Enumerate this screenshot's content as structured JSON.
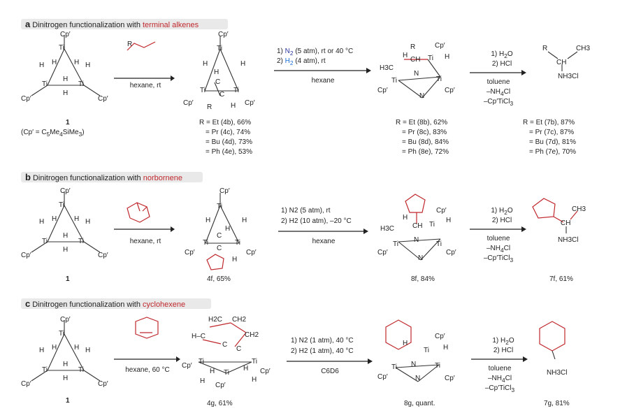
{
  "panels": {
    "a": {
      "letter": "a",
      "title_prefix": "Dinitrogen functionalization with ",
      "title_highlight": "terminal alkenes",
      "step1": {
        "cond": "hexane, rt"
      },
      "step2": {
        "line1_pre": "1) ",
        "line1_n2": "N",
        "line1_sub": "2",
        "line1_post": " (5 atm), rt or 40 °C",
        "line2_pre": "2) ",
        "line2_h2": "H",
        "line2_sub": "2",
        "line2_post": " (4 atm), rt",
        "solvent": "hexane"
      },
      "step3": {
        "l1": "1) H",
        "l1s": "2",
        "l1e": "O",
        "l2": "2) HCl",
        "l3": "toluene",
        "l4": "–NH",
        "l4s": "4",
        "l4e": "Cl",
        "l5": "–Cp′TiCl",
        "l5s": "3"
      },
      "cmp1_label": "1",
      "cp_def": "(Cp′ = C",
      "cp_def2": "5",
      "cp_def3": "Me",
      "cp_def4": "4",
      "cp_def5": "SiMe",
      "cp_def6": "3",
      "cp_def7": ")",
      "yields4": [
        "R = Et (4b), 66%",
        "= Pr (4c), 74%",
        "= Bu (4d), 73%",
        "= Ph (4e), 53%"
      ],
      "yields8": [
        "R = Et (8b), 62%",
        "= Pr (8c), 83%",
        "= Bu (8d), 84%",
        "= Ph (8e), 72%"
      ],
      "yields7": [
        "R = Et (7b), 87%",
        "= Pr (7c), 87%",
        "= Bu (7d), 81%",
        "= Ph (7e), 70%"
      ]
    },
    "b": {
      "letter": "b",
      "title_prefix": "Dinitrogen functionalization with ",
      "title_highlight": "norbornene",
      "step1": {
        "cond": "hexane, rt"
      },
      "step2": {
        "line1": "1) N2 (5 atm), rt",
        "line2": "2) H2 (10 atm), –20 °C",
        "solvent": "hexane"
      },
      "cmp1_label": "1",
      "cmp4_label": "4f, 65%",
      "cmp8_label": "8f, 84%",
      "cmp7_label": "7f, 61%"
    },
    "c": {
      "letter": "c",
      "title_prefix": "Dinitrogen functionalization with ",
      "title_highlight": "cyclohexene",
      "step1": {
        "cond": "hexane, 60 °C"
      },
      "step2": {
        "line1": "1) N2 (1 atm), 40 °C",
        "line2": "2) H2 (1 atm), 40 °C",
        "solvent": "C6D6"
      },
      "cmp1_label": "1",
      "cmp4_label": "4g, 61%",
      "cmp8_label": "8g, quant.",
      "cmp7_label": "7g, 81%"
    }
  },
  "atoms": {
    "ti": "Ti",
    "h": "H",
    "cp": "Cp′",
    "n": "N",
    "c": "C",
    "r": "R",
    "ch": "CH",
    "ch3": "CH3",
    "h3c": "H3C",
    "nh2cl": "NH3Cl",
    "h2c": "H2C",
    "ch2": "CH2",
    "hc": "H–C"
  },
  "colors": {
    "ti": "#c0282d",
    "h": "#1e6fd6",
    "n": "#2b3a9c",
    "band": "#e9e9e9"
  }
}
